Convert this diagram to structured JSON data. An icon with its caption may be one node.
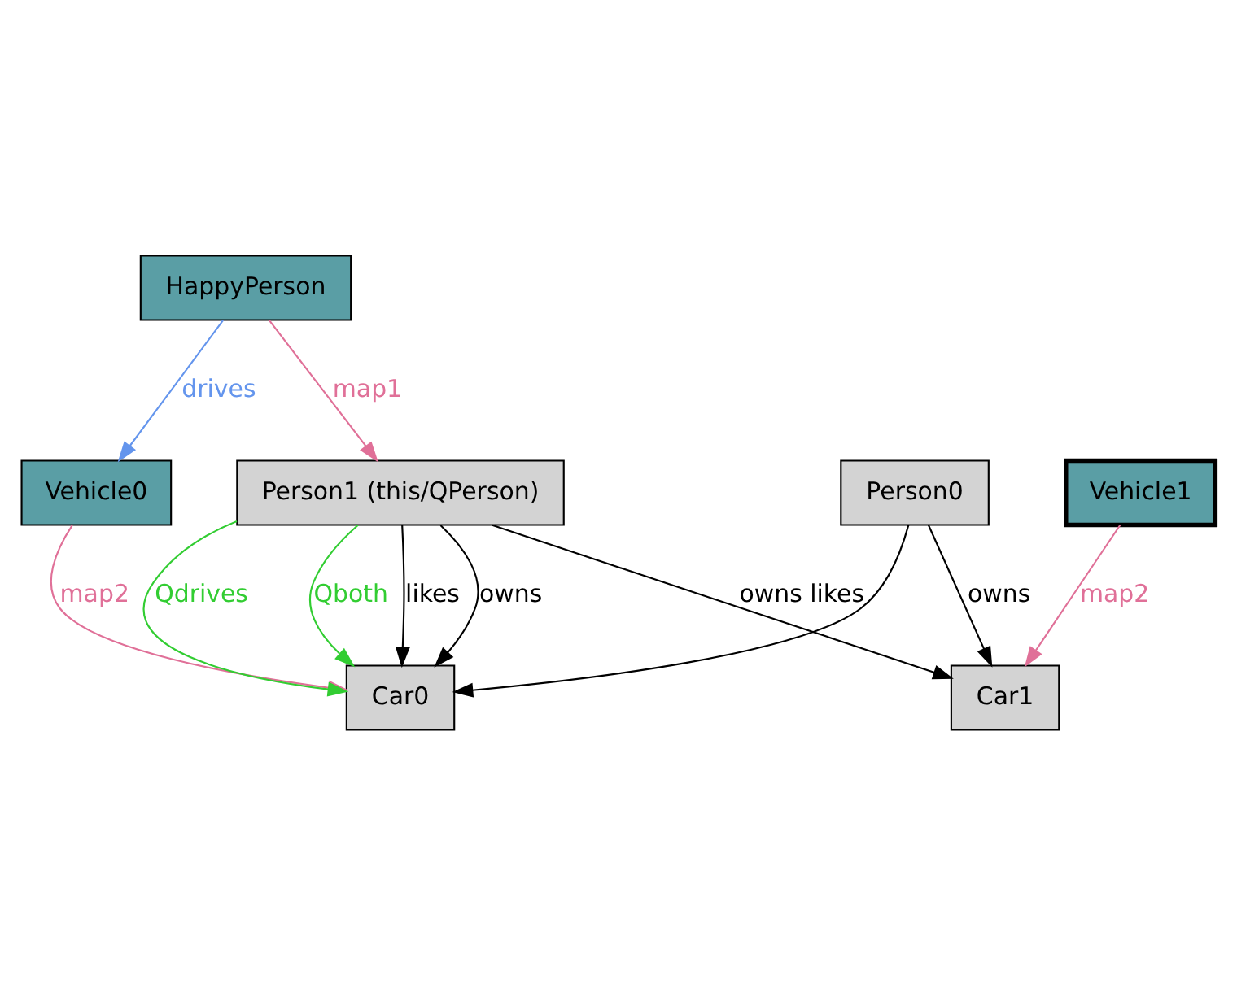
{
  "diagram": {
    "nodes": [
      {
        "text": [
          "HappyPerson"
        ]
      },
      {
        "text": [
          "Vehicle0"
        ]
      },
      {
        "text": [
          "Person1 (this/QPerson)"
        ]
      },
      {
        "text": [
          "Person0"
        ]
      },
      {
        "text": [
          "Vehicle1"
        ]
      },
      {
        "text": [
          "Car0"
        ]
      },
      {
        "text": [
          "Car1"
        ]
      }
    ],
    "edges": [
      {
        "from": 0,
        "to": 1,
        "arrow": "to",
        "label": "drives",
        "color": "#6495ed"
      },
      {
        "from": 0,
        "to": 2,
        "arrow": "to",
        "label": "map1",
        "color": "#e07098"
      },
      {
        "from": 1,
        "to": 5,
        "arrow": "to",
        "label": "map2",
        "color": "#e07098"
      },
      {
        "from": 2,
        "to": 5,
        "arrow": "to",
        "label": "likes"
      },
      {
        "from": 2,
        "to": 5,
        "arrow": "to",
        "label": "owns"
      },
      {
        "from": 2,
        "to": 5,
        "arrow": "to",
        "label": "Qdrives",
        "color": "#32cd32"
      },
      {
        "from": 2,
        "to": 5,
        "arrow": "to",
        "label": "Qboth",
        "color": "#32cd32"
      },
      {
        "from": 2,
        "to": 6,
        "arrow": "to",
        "label": "owns likes"
      },
      {
        "from": 3,
        "to": 5,
        "arrow": "to"
      },
      {
        "from": 3,
        "to": 6,
        "arrow": "to",
        "label": "owns"
      },
      {
        "from": 4,
        "to": 6,
        "arrow": "to",
        "label": "map2",
        "color": "#e07098"
      }
    ]
  }
}
